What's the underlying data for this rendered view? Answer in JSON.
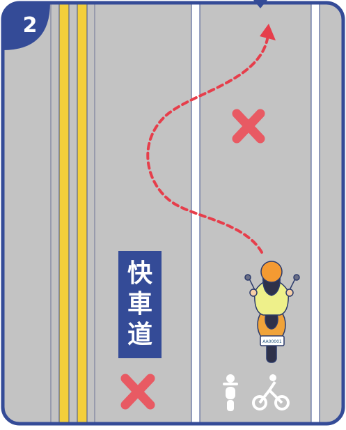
{
  "step": {
    "number": "2"
  },
  "sign": {
    "text": "快車道",
    "color": "#344b97"
  },
  "scooter": {
    "plate": "AA00001"
  },
  "colors": {
    "road": "#c3c3c3",
    "border": "#344b97",
    "yellow_line": "#f3cf3b",
    "lane_line": "#ffffff",
    "forbidden_mark": "#e85a63",
    "path": "#e63e4b"
  },
  "icons": {
    "forbidden_marks": [
      "x-mark-icon",
      "x-mark-icon"
    ],
    "lane_markings": [
      "scooter-icon",
      "bicycle-icon"
    ],
    "top_pointer": "triangle-pointer-icon"
  }
}
